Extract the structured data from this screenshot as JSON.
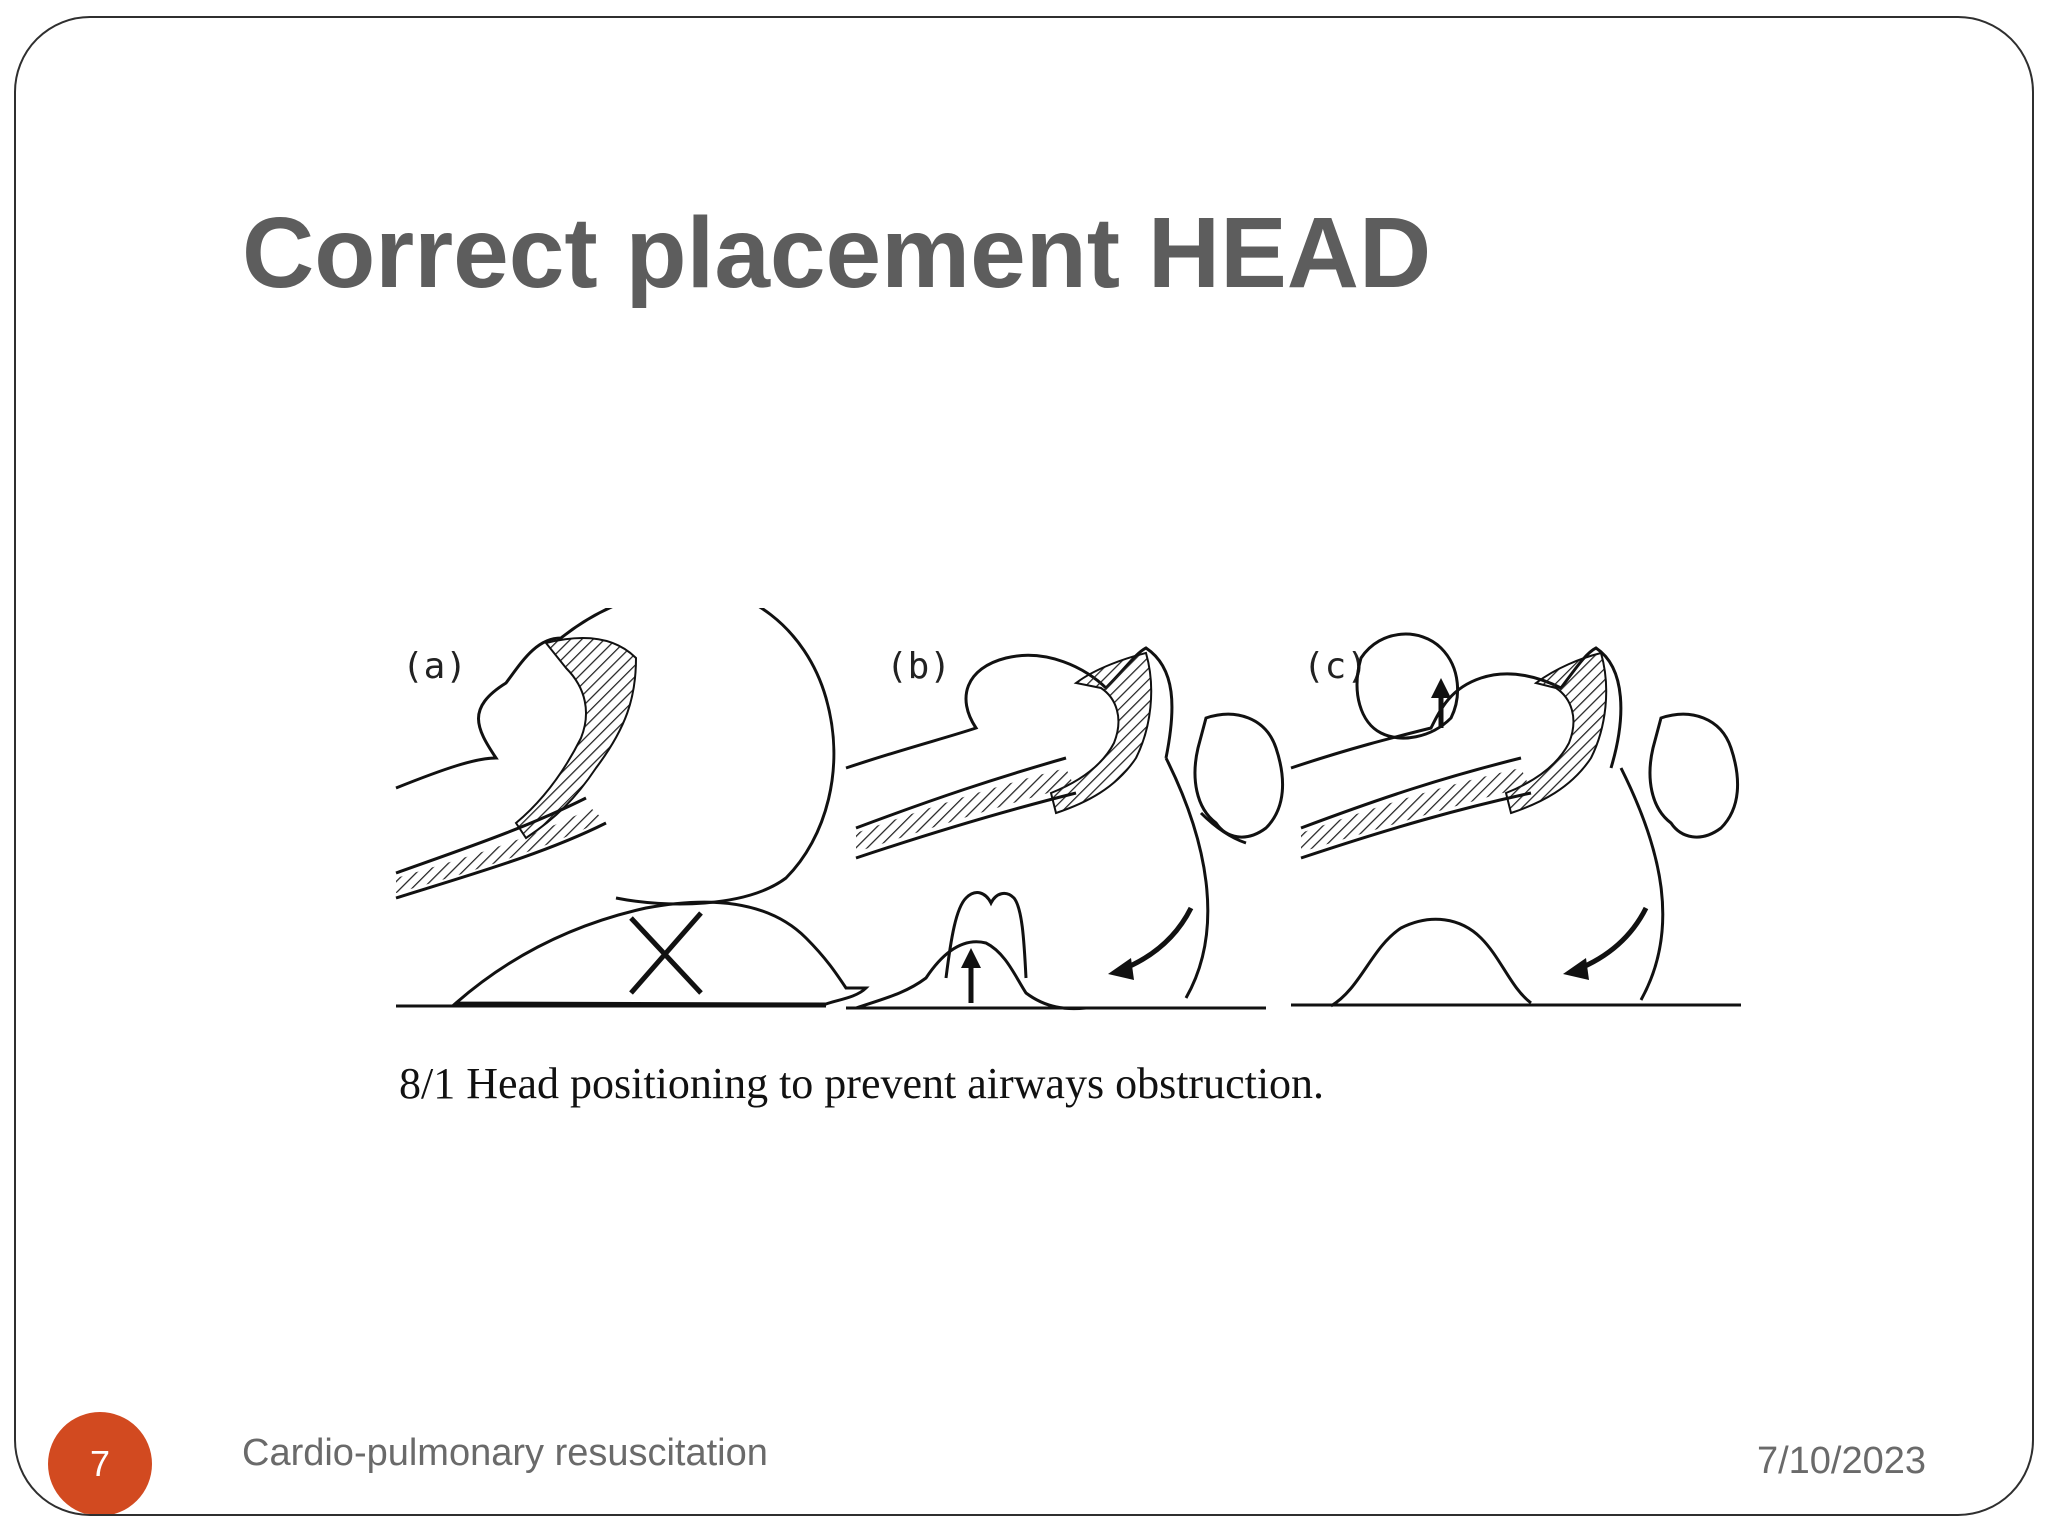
{
  "slide": {
    "title": "Correct placement HEAD",
    "figure": {
      "panels": [
        {
          "label": "(a)"
        },
        {
          "label": "(b)"
        },
        {
          "label": "(c)"
        }
      ],
      "caption": "8/1 Head positioning to prevent airways obstruction.",
      "icons": [
        "head-profile-illustration",
        "cross-mark-icon",
        "up-arrow-icon",
        "curved-arrow-icon",
        "hand-illustration"
      ]
    },
    "footer": {
      "slide_number": "7",
      "text": "Cardio-pulmonary resuscitation",
      "date": "7/10/2023"
    }
  },
  "colors": {
    "title": "#5d5d5d",
    "accent": "#d24a20",
    "footer_text": "#6a6a6a",
    "frame_border": "#2f2f2f"
  }
}
